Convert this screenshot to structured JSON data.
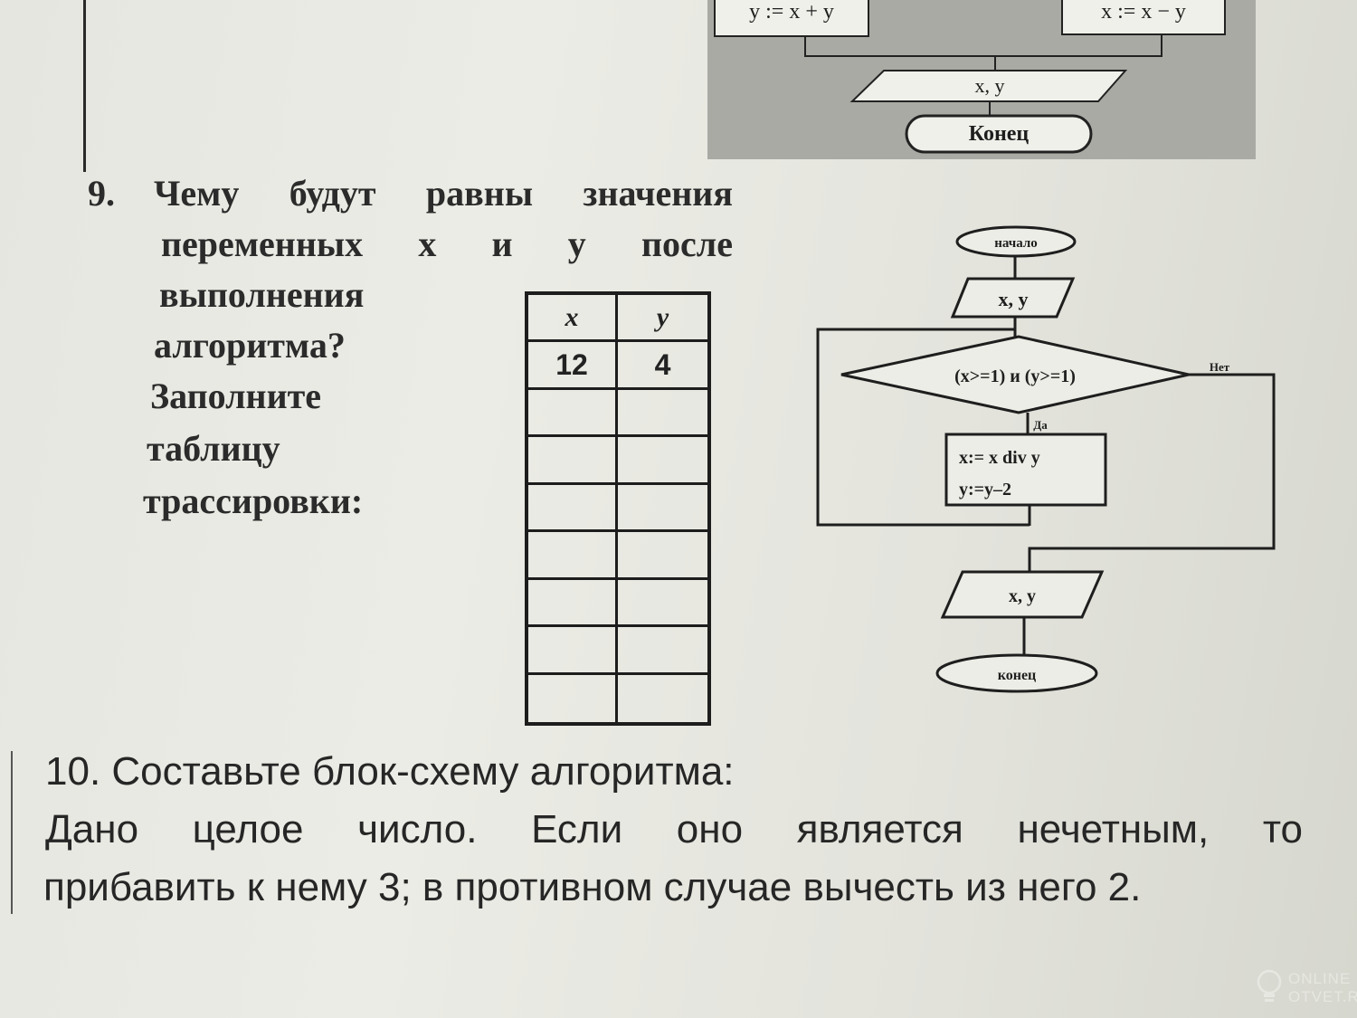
{
  "top_fragment": {
    "left_box": "y := x + y",
    "right_box": "x := x − y",
    "output": "x, y",
    "end": "Конец"
  },
  "q9": {
    "number": "9.",
    "line1": [
      "Чему",
      "будут",
      "равны",
      "значения"
    ],
    "line2": [
      "переменных",
      "x",
      "и",
      "y",
      "после"
    ],
    "line3": "выполнения",
    "line4": "алгоритма?",
    "line5": "Заполните",
    "line6": "таблицу",
    "line7": "трассировки:",
    "table": {
      "headers": [
        "x",
        "y"
      ],
      "rows": [
        [
          "12",
          "4"
        ],
        [
          "",
          ""
        ],
        [
          "",
          ""
        ],
        [
          "",
          ""
        ],
        [
          "",
          ""
        ],
        [
          "",
          ""
        ],
        [
          "",
          ""
        ],
        [
          "",
          ""
        ]
      ]
    },
    "flowchart": {
      "start": "начало",
      "input": "x, y",
      "condition": "(x>=1) и (y>=1)",
      "no_label": "Нет",
      "yes_label": "Да",
      "action1": "x:= x div y",
      "action2": "y:=y–2",
      "output": "x, y",
      "end": "конец"
    }
  },
  "q10": {
    "title": "10. Составьте блок-схему алгоритма:",
    "line1": [
      "Дано",
      "целое",
      "число.",
      "Если",
      "оно",
      "является",
      "нечетным,",
      "то"
    ],
    "line2": "прибавить к нему 3; в противном случае вычесть из него 2."
  },
  "watermark": {
    "line1": "ONLINE",
    "line2": "OTVET.RU"
  }
}
